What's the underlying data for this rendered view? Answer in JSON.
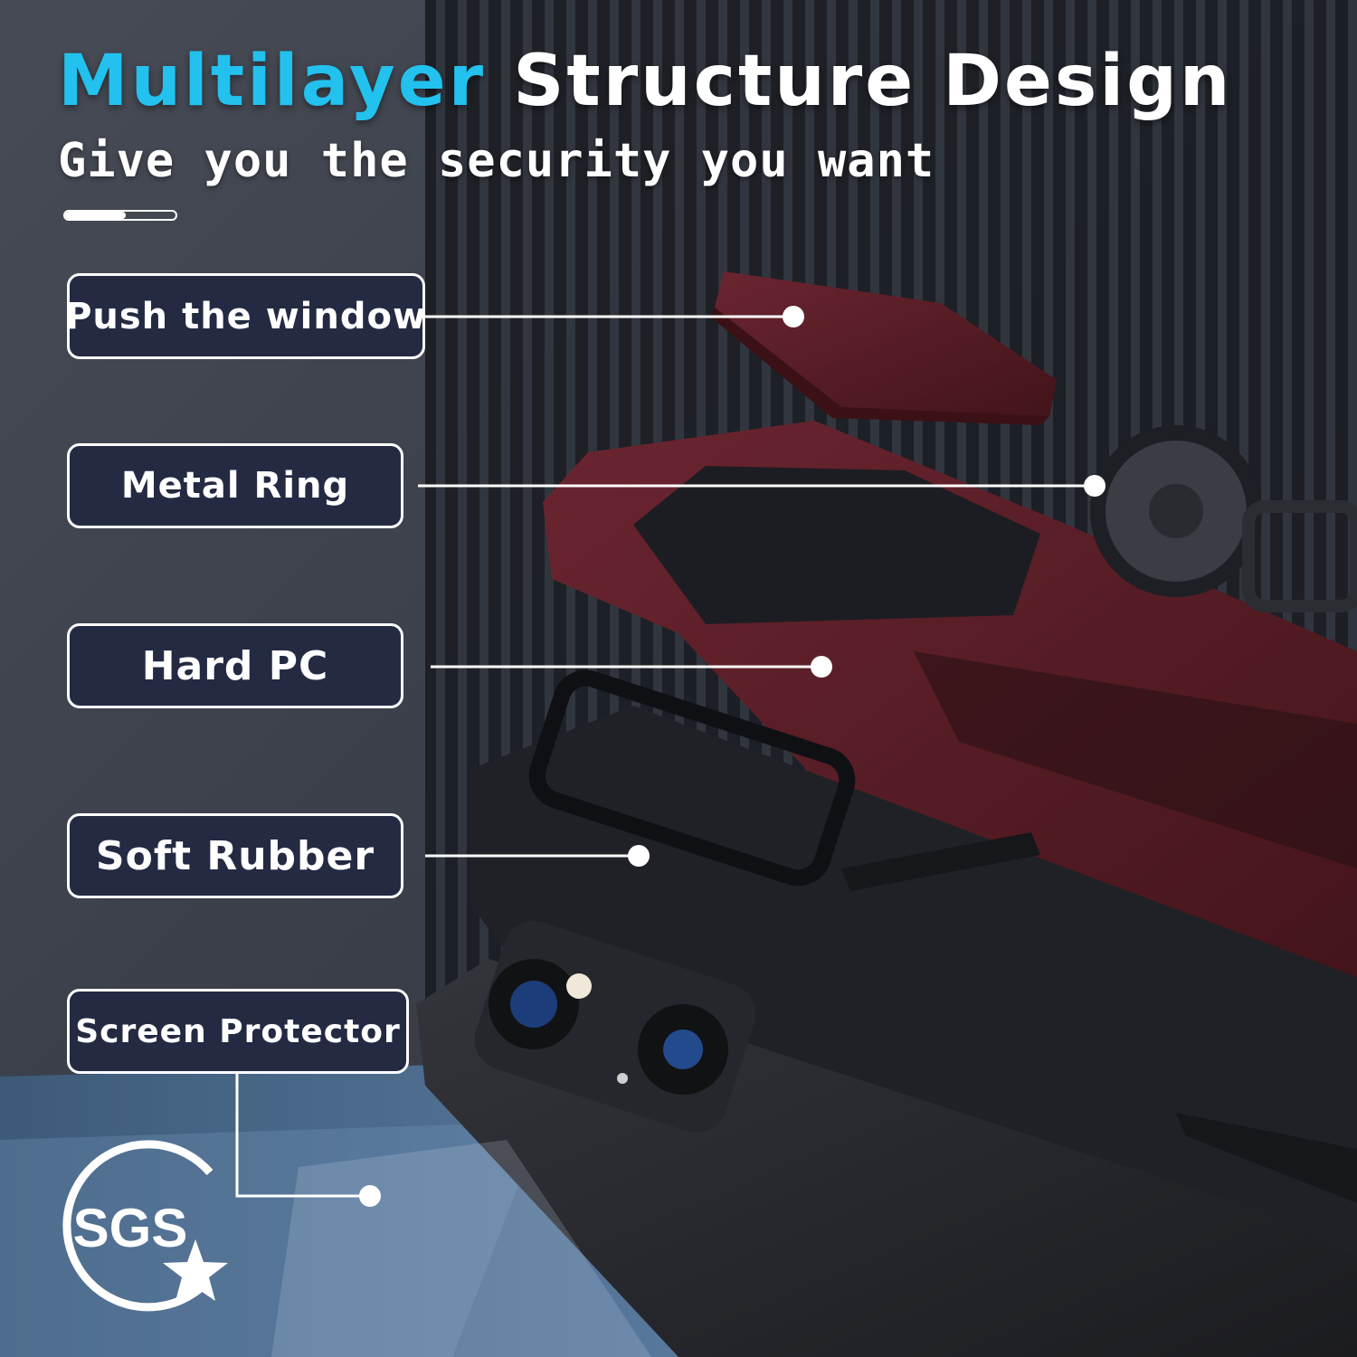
{
  "header": {
    "title_accent": "Multilayer",
    "title_rest": "Structure Design",
    "subtitle": "Give you the security you want",
    "progress": 0.55
  },
  "layers": [
    {
      "label": "Push the window"
    },
    {
      "label": "Metal Ring"
    },
    {
      "label": "Hard PC"
    },
    {
      "label": "Soft Rubber"
    },
    {
      "label": "Screen Protector"
    }
  ],
  "badge": {
    "text": "SGS"
  },
  "colors": {
    "accent": "#22c1ee",
    "label_bg": "#232a42",
    "case_burgundy": "#5a1f26",
    "phone_black": "#24252a"
  }
}
